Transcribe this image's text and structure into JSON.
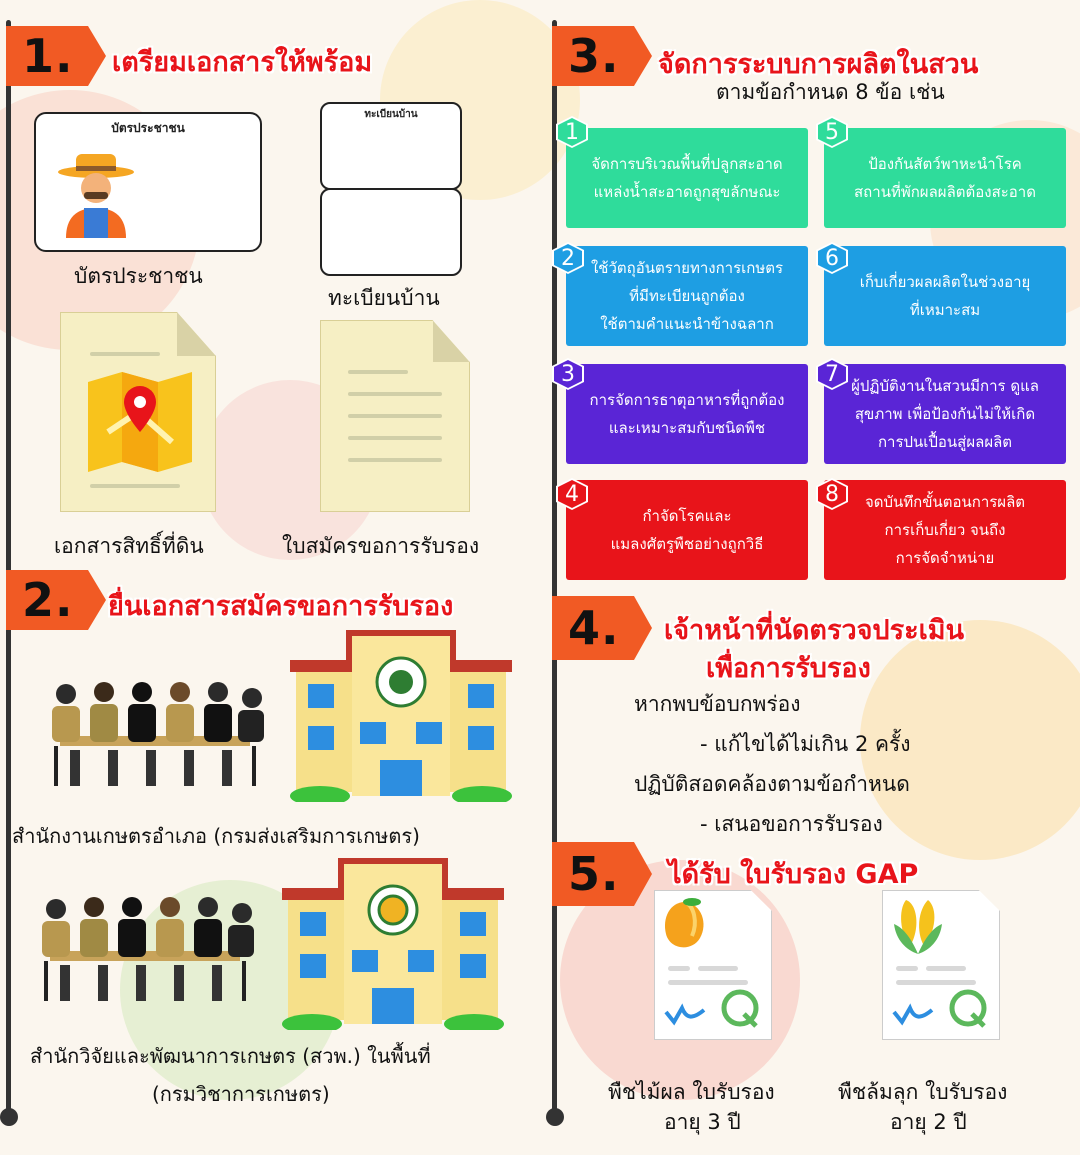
{
  "colors": {
    "accent_orange": "#f15a24",
    "heading_red": "#e8141a",
    "step_green": "#2fdc9b",
    "step_blue": "#1e9ee3",
    "step_purple": "#5a25d6",
    "step_red": "#e8141a"
  },
  "section1": {
    "number": "1.",
    "title": "เตรียมเอกสารให้พร้อม",
    "id_card_title": "บัตรประชาชน",
    "id_card_caption": "บัตรประชาชน",
    "house_reg_title": "ทะเบียนบ้าน",
    "house_reg_caption": "ทะเบียนบ้าน",
    "land_doc_caption": "เอกสารสิทธิ์ที่ดิน",
    "application_caption": "ใบสมัครขอการรับรอง",
    "icons": [
      "farmer-avatar-icon",
      "map-pin-icon",
      "document-icon"
    ]
  },
  "section2": {
    "number": "2.",
    "title": "ยื่นเอกสารสมัครขอการรับรอง",
    "office1_caption": "สำนักงานเกษตรอำเภอ (กรมส่งเสริมการเกษตร)",
    "office2_caption_line1": "สำนักวิจัยและพัฒนาการเกษตร (สวพ.) ในพื้นที่",
    "office2_caption_line2": "(กรมวิชาการเกษตร)",
    "icons": [
      "meeting-people-icon",
      "government-building-icon"
    ]
  },
  "section3": {
    "number": "3.",
    "title": "จัดการระบบการผลิตในสวน",
    "subtitle": "ตามข้อกำหนด 8 ข้อ เช่น",
    "steps": [
      {
        "num": "1",
        "line1": "จัดการบริเวณพื้นที่ปลูกสะอาด",
        "line2": "แหล่งน้ำสะอาดถูกสุขลักษณะ",
        "line3": ""
      },
      {
        "num": "5",
        "line1": "ป้องกันสัตว์พาหะนำโรค",
        "line2": "สถานที่พักผลผลิตต้องสะอาด",
        "line3": ""
      },
      {
        "num": "2",
        "line1": "ใช้วัตถุอันตรายทางการเกษตร",
        "line2": "ที่มีทะเบียนถูกต้อง",
        "line3": "ใช้ตามคำแนะนำข้างฉลาก"
      },
      {
        "num": "6",
        "line1": "เก็บเกี่ยวผลผลิตในช่วงอายุ",
        "line2": "ที่เหมาะสม",
        "line3": ""
      },
      {
        "num": "3",
        "line1": "การจัดการธาตุอาหารที่ถูกต้อง",
        "line2": "และเหมาะสมกับชนิดพืช",
        "line3": ""
      },
      {
        "num": "7",
        "line1": "ผู้ปฏิบัติงานในสวนมีการ ดูแล",
        "line2": "สุขภาพ เพื่อป้องกันไม่ให้เกิด",
        "line3": "การปนเปื้อนสู่ผลผลิต"
      },
      {
        "num": "4",
        "line1": "กำจัดโรคและ",
        "line2": "แมลงศัตรูพืชอย่างถูกวิธี",
        "line3": ""
      },
      {
        "num": "8",
        "line1": "จดบันทึกขั้นตอนการผลิต",
        "line2": "การเก็บเกี่ยว จนถึง",
        "line3": "การจัดจำหน่าย"
      }
    ]
  },
  "section4": {
    "number": "4.",
    "title_line1": "เจ้าหน้าที่นัดตรวจประเมิน",
    "title_line2": "เพื่อการรับรอง",
    "line1": "หากพบข้อบกพร่อง",
    "line2": "- แก้ไขได้ไม่เกิน 2 ครั้ง",
    "line3": "ปฏิบัติสอดคล้องตามข้อกำหนด",
    "line4": "- เสนอขอการรับรอง"
  },
  "section5": {
    "number": "5.",
    "title": "ได้รับ ใบรับรอง GAP",
    "cert1_line1": "พืชไม้ผล ใบรับรอง",
    "cert1_line2": "อายุ 3 ปี",
    "cert2_line1": "พืชล้มลุก ใบรับรอง",
    "cert2_line2": "อายุ 2 ปี",
    "icons": [
      "mango-icon",
      "corn-icon",
      "q-mark-icon"
    ]
  }
}
